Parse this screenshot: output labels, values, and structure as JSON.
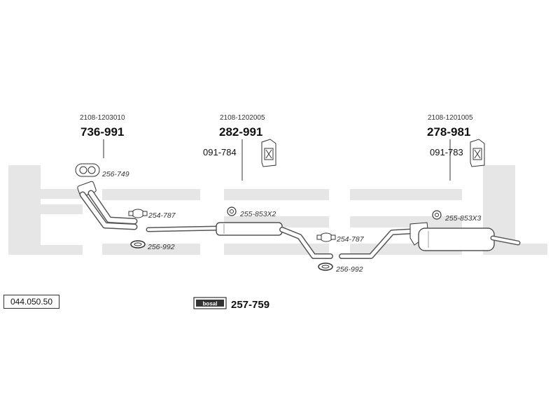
{
  "catalog_number": "044.050.50",
  "watermark": "bosal",
  "parts": {
    "front_pipe": {
      "oem": "2108-1203010",
      "number": "736-991"
    },
    "middle_silencer": {
      "oem": "2108-1202005",
      "number": "282-991",
      "mount": "091-784"
    },
    "rear_silencer": {
      "oem": "2108-1201005",
      "number": "278-981",
      "mount": "091-783"
    }
  },
  "accessories": {
    "flange_gasket": "256-749",
    "clamp_front": "254-787",
    "ring_front": "256-992",
    "clamp_middle": "255-853X2",
    "clamp_rear_pipe": "254-787",
    "ring_rear_pipe": "256-992",
    "clamp_rear": "255-853X3"
  },
  "fitting_kit": {
    "logo": "bosal",
    "number": "257-759"
  },
  "colors": {
    "watermark": "#e6e6e6",
    "line": "#333333",
    "text": "#111111"
  }
}
